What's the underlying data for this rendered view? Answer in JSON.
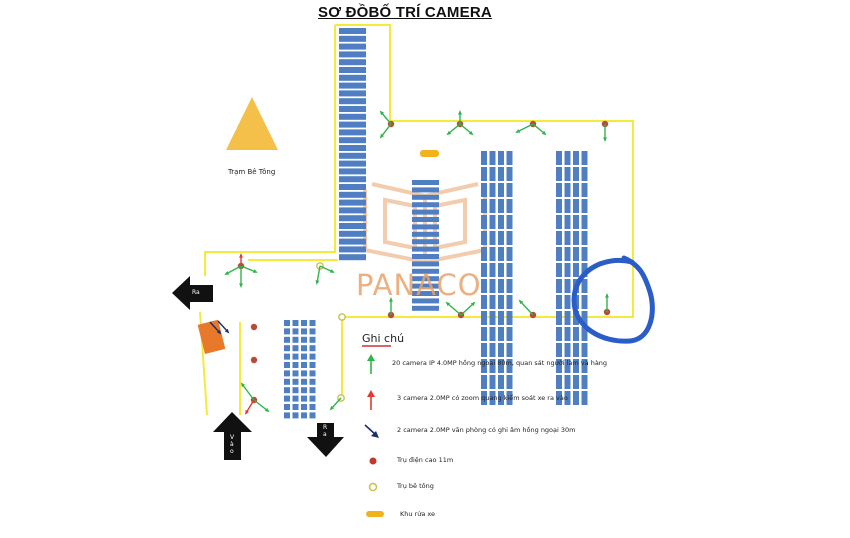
{
  "title": "SƠ ĐỒBỐ TRÍ CAMERA",
  "station_label": "Trạm Bê Tông",
  "watermark": "PANACO",
  "legend": {
    "title": "Ghi chú",
    "items": [
      {
        "icon": "green-arrow-icon",
        "color": "#2fb54a",
        "text": "20 camera IP 4.0MP hồng ngoại 80m, quan sát người làm và hàng"
      },
      {
        "icon": "red-arrow-icon",
        "color": "#e23b2e",
        "text": "3 camera 2.0MP có zoom quang kiểm soát xe ra vào"
      },
      {
        "icon": "navy-arrow-icon",
        "color": "#1a2f6b",
        "text": "2  camera 2.0MP văn phòng có ghi âm hồng ngoại 30m"
      },
      {
        "icon": "red-dot-icon",
        "color": "#c0392b",
        "text": "Trụ điện cao 11m"
      },
      {
        "icon": "yellow-circle-icon",
        "color": "#e6df4a",
        "text": "Trụ bê tông"
      },
      {
        "icon": "yellow-bar-icon",
        "color": "#f2b21c",
        "text": "Khu rửa xe"
      }
    ]
  },
  "arrows": {
    "left_label": "Ra",
    "up_label": "V\nà\no",
    "down_label": "R\na"
  },
  "colors": {
    "wall": "#f4ea3a",
    "container": "#4f7fc2",
    "triangle": "#f5c04a",
    "building": "#e8782a",
    "highlight": "#2a5dc8"
  }
}
